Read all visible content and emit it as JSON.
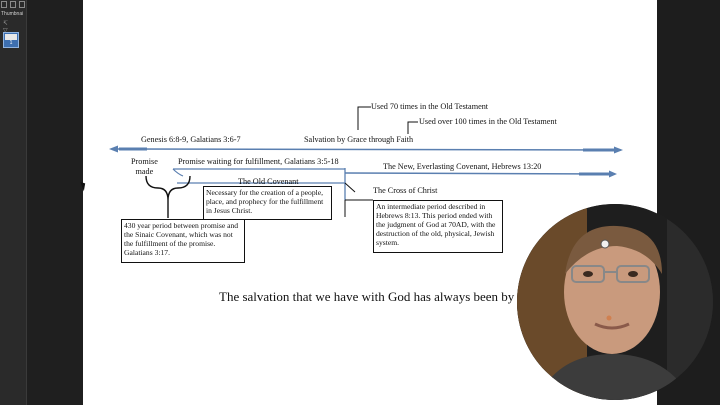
{
  "sidebar": {
    "label": "Thumbnai",
    "tools": "↸ ▽",
    "slide_number": "1"
  },
  "diagram": {
    "top_label_1": "Used 70 times in the Old Testament",
    "top_label_2": "Used over 100 times in the Old Testament",
    "left_heading": "Genesis 6:8-9, Galatians 3:6-7",
    "center_heading": "Salvation by Grace through Faith",
    "promise_made": "Promise\nmade",
    "promise_waiting": "Promise waiting for fulfillment, Galatians 3:5-18",
    "new_covenant": "The New, Everlasting Covenant, Hebrews 13:20",
    "old_covenant": "The Old Covenant",
    "cross": "The Cross of Christ",
    "box_necessary": "Necessary for the creation of a people, place, and prophecy for the fulfillment in Jesus Christ.",
    "box_intermediate": "An intermediate period described in Hebrews 8:13. This period ended with the judgment of God at 70AD, with the destruction of the old, physical, Jewish system.",
    "box_430": "430 year period between promise and the Sinaic Covenant, which was not the fulfillment of the promise. Galatians 3:17.",
    "caption": "The salvation that we have with God has always been by"
  },
  "colors": {
    "arrow_blue": "#5a7fb0",
    "slide_bg": "#ffffff"
  }
}
